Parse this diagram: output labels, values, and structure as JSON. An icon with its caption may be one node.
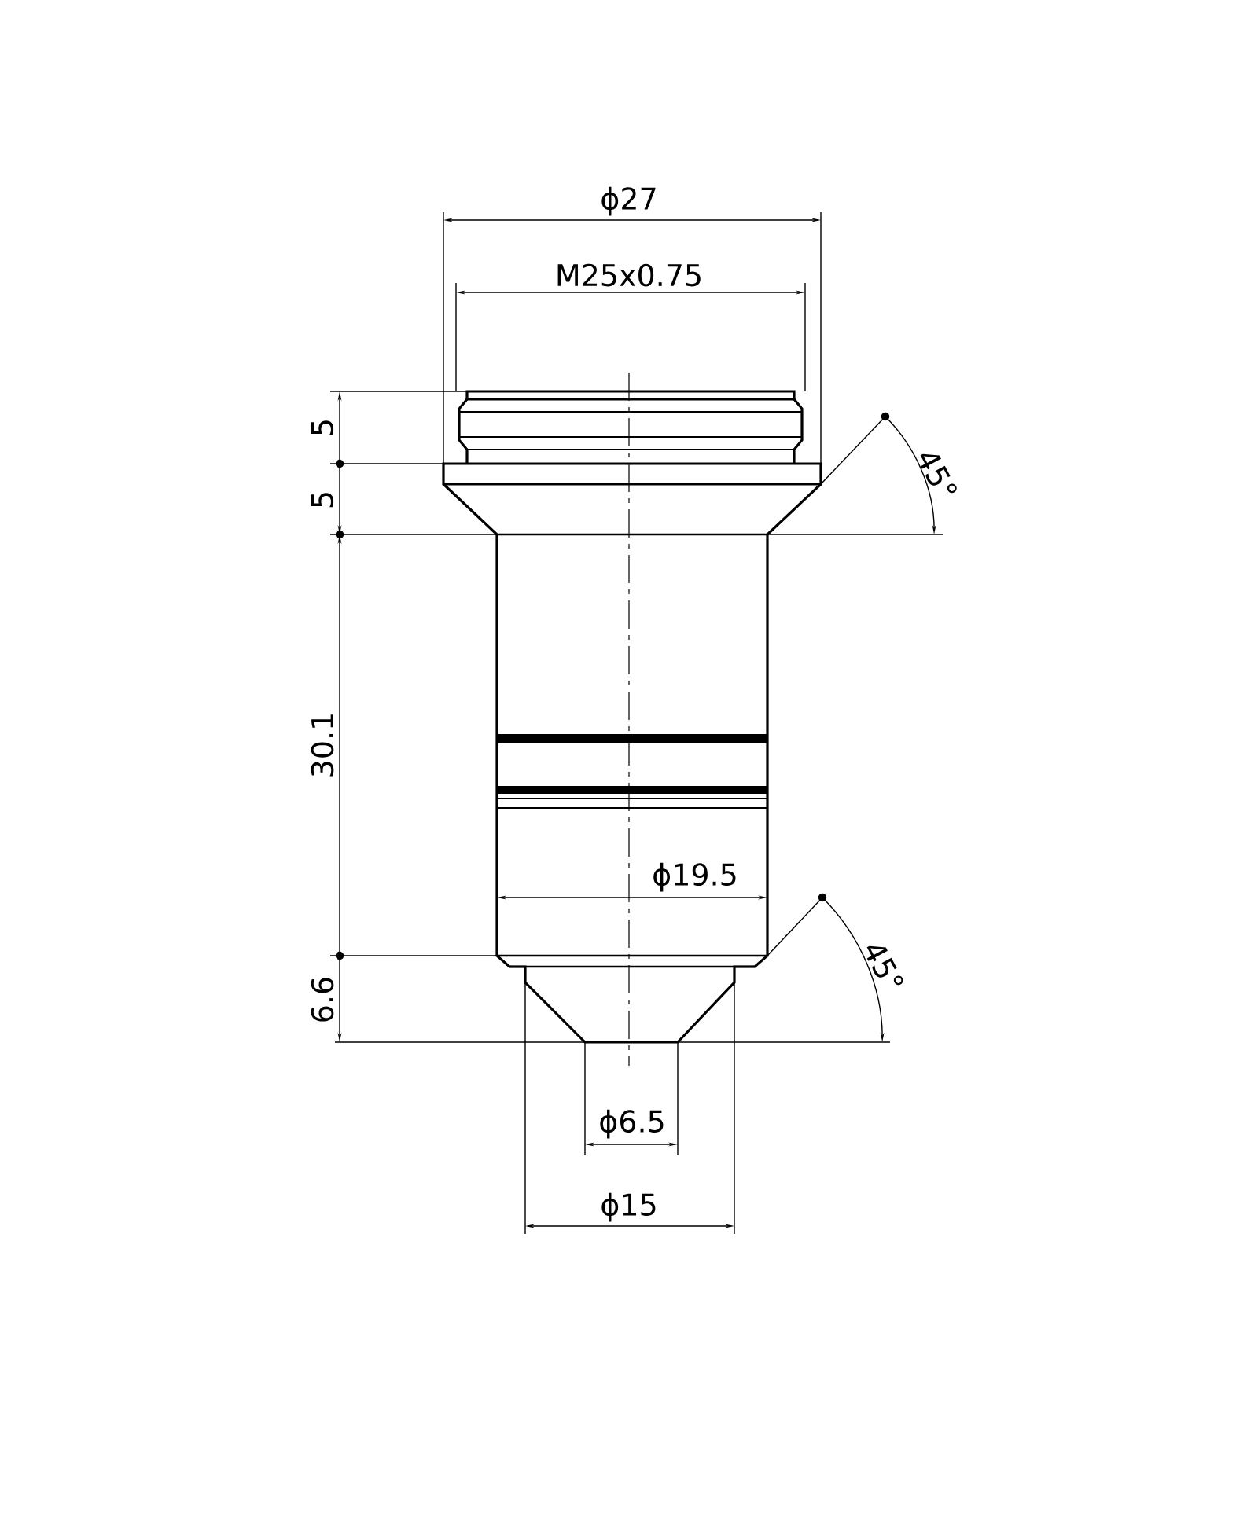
{
  "diagram": {
    "labels": [
      "ϕ27",
      "M25x0.75",
      "5",
      "45°",
      "5",
      "30.1",
      "ϕ19.5",
      "45°",
      "6.6",
      "ϕ6.5",
      "ϕ15"
    ]
  }
}
